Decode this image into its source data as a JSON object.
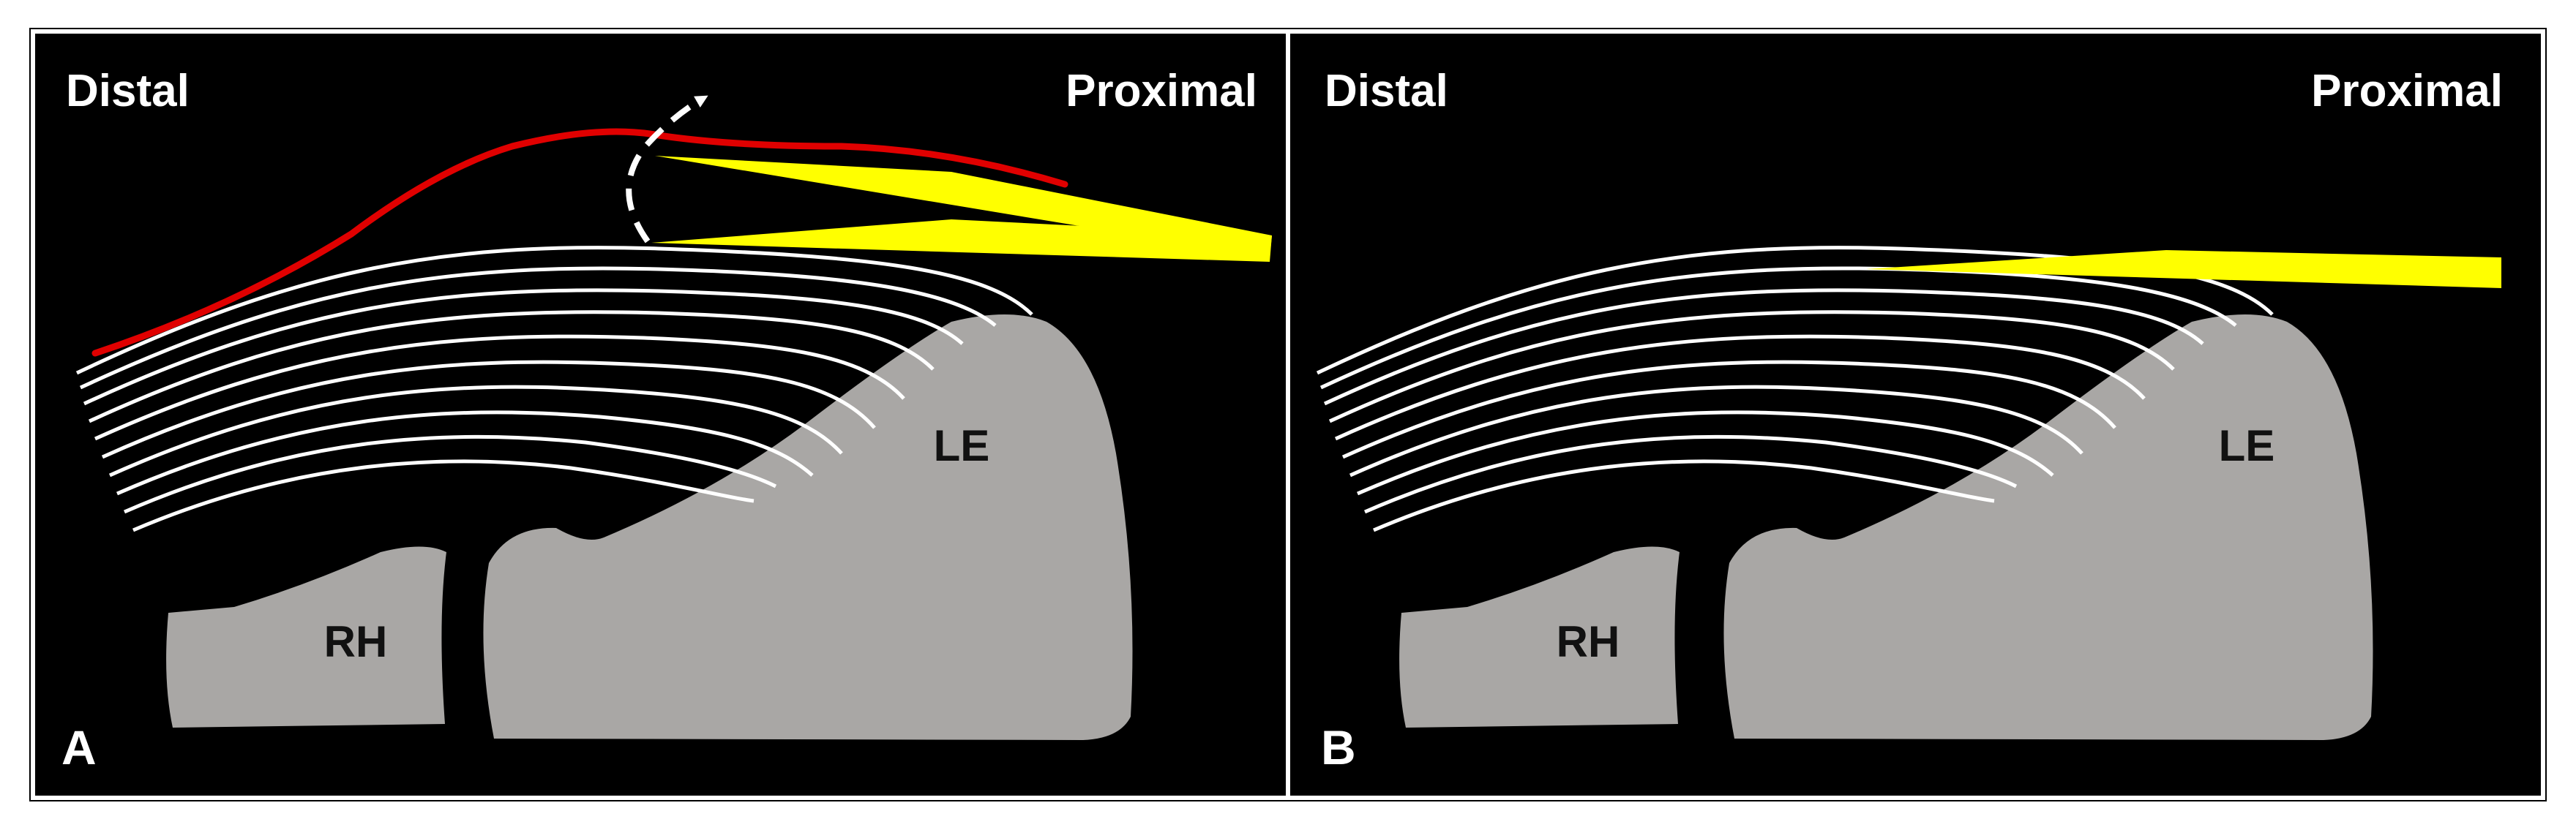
{
  "figure": {
    "panels": [
      {
        "id": "A",
        "panel_label": "A",
        "label_left": "Distal",
        "label_right": "Proximal",
        "bone_labels": [
          "LE",
          "RH"
        ]
      },
      {
        "id": "B",
        "panel_label": "B",
        "label_left": "Distal",
        "label_right": "Proximal",
        "bone_labels": [
          "LE",
          "RH"
        ]
      }
    ],
    "colors": {
      "background": "#000000",
      "frame": "#ffffff",
      "bone": "#a9a7a5",
      "fibers": "#ffffff",
      "instrument": "#ffff00",
      "capsule_line": "#e00000"
    },
    "icon_names": [
      "curved-dashed-arrow-icon"
    ]
  }
}
